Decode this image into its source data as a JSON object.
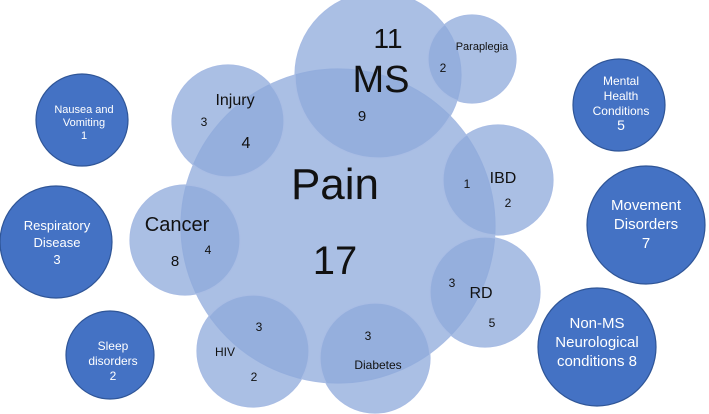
{
  "center": {
    "label": "Pain",
    "count": "17"
  },
  "overlapping": [
    {
      "key": "ms",
      "label": "MS",
      "count": "11",
      "overlap": "9"
    },
    {
      "key": "paraplegia",
      "label": "Paraplegia",
      "overlap": "2"
    },
    {
      "key": "injury",
      "label": "Injury",
      "count": "3",
      "overlap": "4"
    },
    {
      "key": "ibd",
      "label": "IBD",
      "count": "2",
      "overlap": "1"
    },
    {
      "key": "cancer",
      "label": "Cancer",
      "count": "8",
      "overlap": "4"
    },
    {
      "key": "rd",
      "label": "RD",
      "count": "5",
      "overlap": "3"
    },
    {
      "key": "hiv",
      "label": "HIV",
      "count": "2",
      "overlap": "3"
    },
    {
      "key": "diabetes",
      "label": "Diabetes",
      "overlap": "3"
    }
  ],
  "standalone": [
    {
      "key": "nausea",
      "lines": [
        "Nausea and",
        "Vomiting",
        "1"
      ]
    },
    {
      "key": "respiratory",
      "lines": [
        "Respiratory",
        "Disease",
        "3"
      ]
    },
    {
      "key": "sleep",
      "lines": [
        "Sleep",
        "disorders",
        "2"
      ]
    },
    {
      "key": "mental",
      "lines": [
        "Mental",
        "Health",
        "Conditions",
        "5"
      ]
    },
    {
      "key": "movement",
      "lines": [
        "Movement",
        "Disorders",
        "7"
      ]
    },
    {
      "key": "nonms",
      "lines": [
        "Non-MS",
        "Neurological",
        "conditions 8"
      ]
    }
  ],
  "colors": {
    "light_fill": "#8EA9DB",
    "light_stroke": "#A9BDE4",
    "dark_fill": "#4472C4",
    "dark_stroke": "#2F5597",
    "text_dark": "#111111",
    "text_light": "#FFFFFF"
  }
}
